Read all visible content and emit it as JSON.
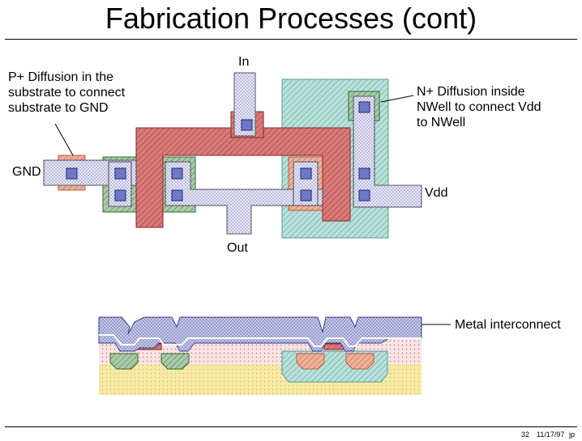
{
  "title": "Fabrication Processes (cont)",
  "labels": {
    "in": "In",
    "out": "Out",
    "gnd": "GND",
    "vdd": "Vdd",
    "p_diffusion": [
      "P+ Diffusion in the",
      "substrate to connect",
      "substrate to GND"
    ],
    "n_diffusion": [
      "N+ Diffusion inside",
      "NWell to connect Vdd",
      "to NWell"
    ],
    "metal_interconnect": "Metal interconnect"
  },
  "footer": {
    "page": "32",
    "date": "11/17/97",
    "initials": "jp"
  },
  "colors": {
    "nwell": "#a9d8d2",
    "poly": "#d26a6a",
    "metal": "#e2e2f6",
    "n_diffusion": "#a7c7a7",
    "p_diffusion": "#e8a690",
    "contact": "#6d78c8",
    "substrate": "#f6e9a4",
    "oxide": "#f4d7dc"
  }
}
